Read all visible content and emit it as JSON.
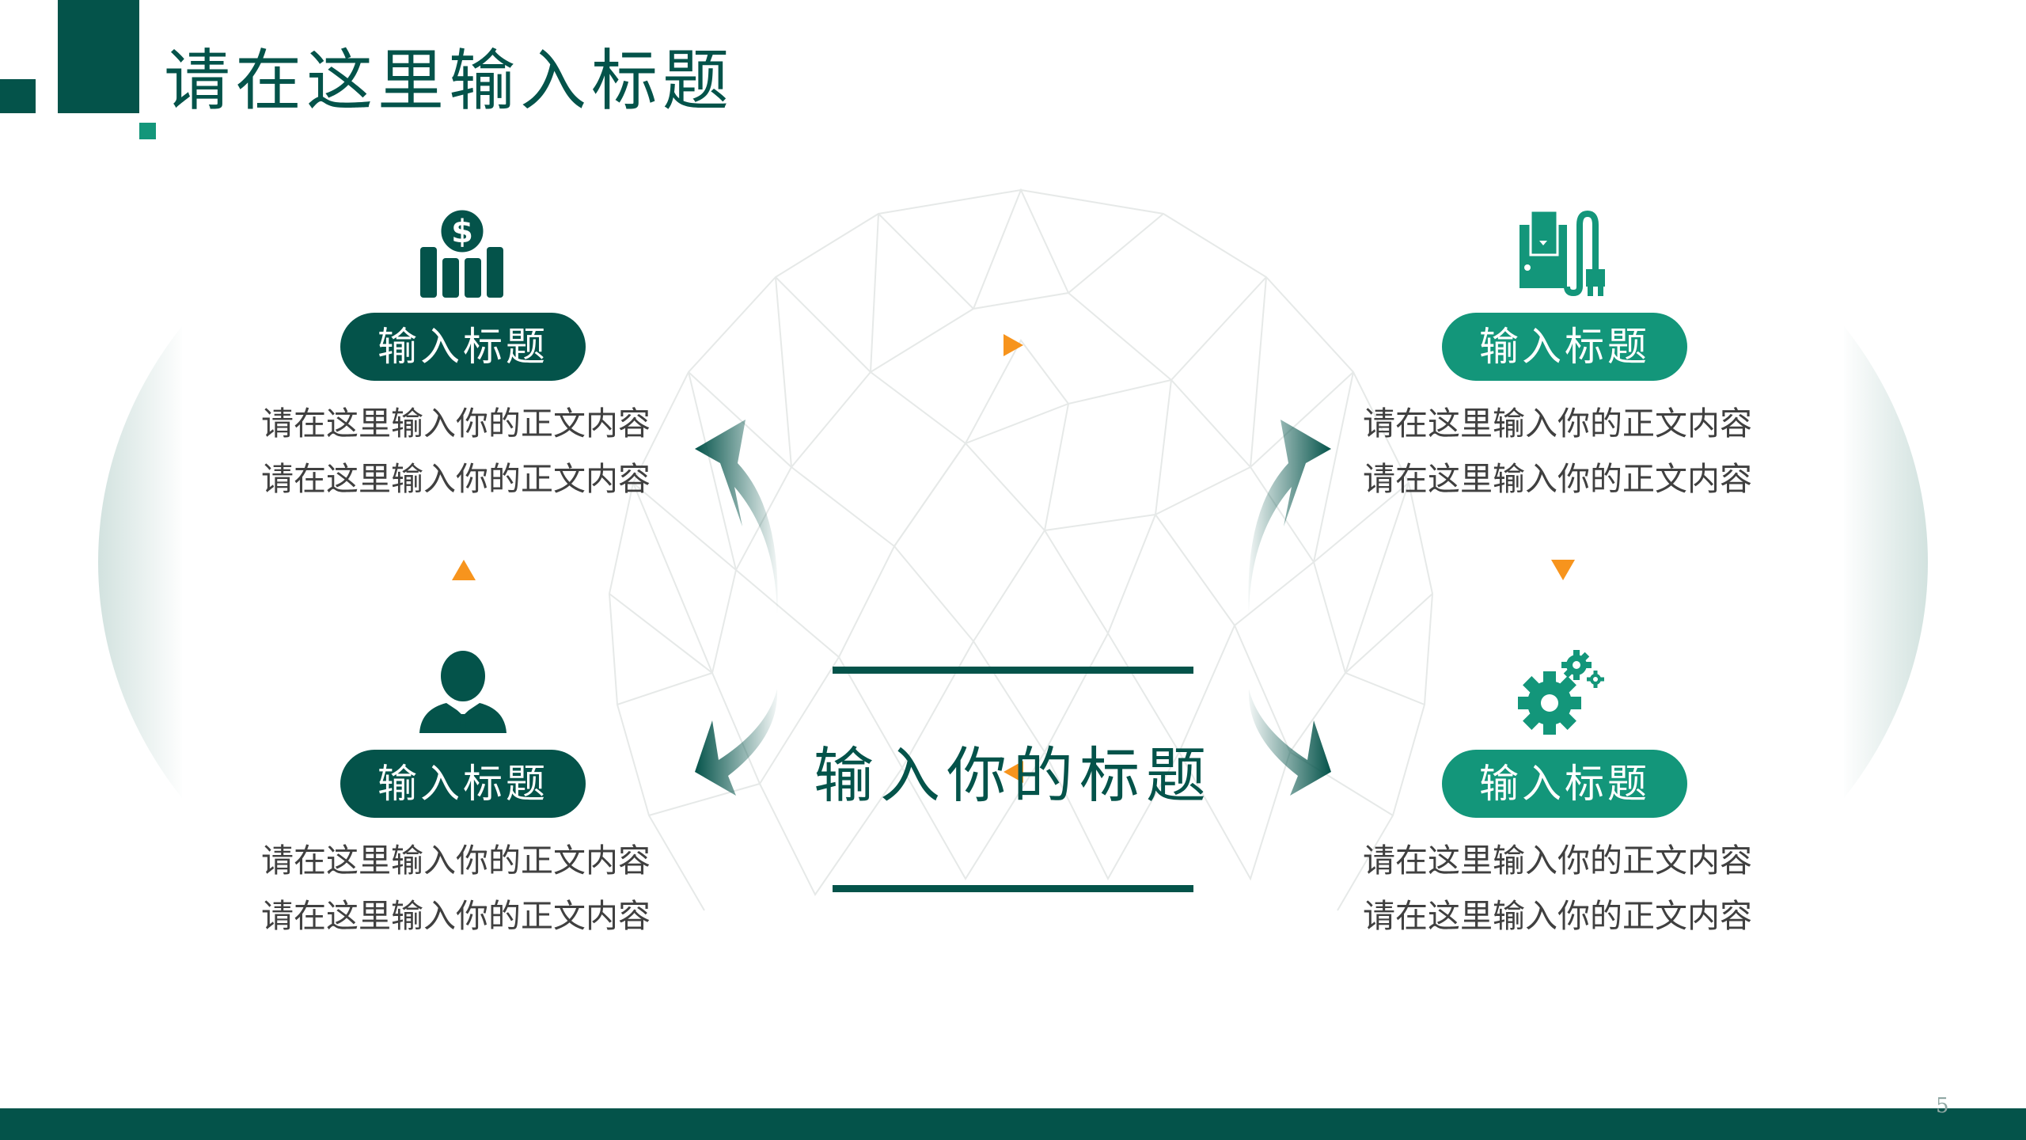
{
  "slide": {
    "title": "请在这里输入标题",
    "page_number": "5",
    "center_title": "输入你的标题"
  },
  "colors": {
    "dark_green": "#04534A",
    "teal": "#13967A",
    "orange": "#F7941D",
    "body_text": "#404040"
  },
  "blocks": [
    {
      "position": "top-left",
      "icon": "money-bars-icon",
      "label": "输入标题",
      "lines": [
        "请在这里输入你的正文内容",
        "请在这里输入你的正文内容"
      ]
    },
    {
      "position": "top-right",
      "icon": "charger-phone-icon",
      "label": "输入标题",
      "lines": [
        "请在这里输入你的正文内容",
        "请在这里输入你的正文内容"
      ]
    },
    {
      "position": "bottom-left",
      "icon": "businessman-icon",
      "label": "输入标题",
      "lines": [
        "请在这里输入你的正文内容",
        "请在这里输入你的正文内容"
      ]
    },
    {
      "position": "bottom-right",
      "icon": "gears-icon",
      "label": "输入标题",
      "lines": [
        "请在这里输入你的正文内容",
        "请在这里输入你的正文内容"
      ]
    }
  ]
}
